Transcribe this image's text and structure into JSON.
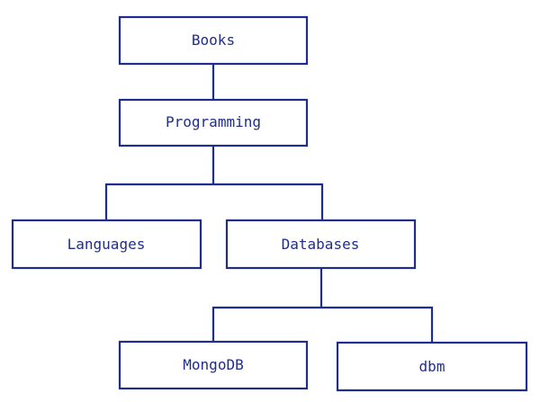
{
  "tree": {
    "root": {
      "label": "Books"
    },
    "level1": {
      "label": "Programming"
    },
    "level2": [
      {
        "label": "Languages"
      },
      {
        "label": "Databases"
      }
    ],
    "level3": [
      {
        "label": "MongoDB"
      },
      {
        "label": "dbm"
      }
    ]
  },
  "colors": {
    "stroke": "#1f2e8c",
    "text": "#1f2e8c",
    "background": "#ffffff"
  }
}
